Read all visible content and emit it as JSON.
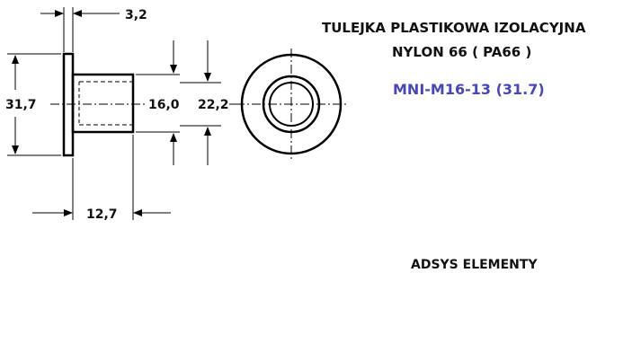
{
  "title_line1": "TULEJKA PLASTIKOWA IZOLACYJNA",
  "title_line2": "NYLON 66  ( PA66 )",
  "part_number": "MNI-M16-13  (31.7)",
  "company": "ADSYS ELEMENTY",
  "dimensions": {
    "flange_thickness": "3,2",
    "flange_diameter": "31,7",
    "body_length": "12,7",
    "body_diameter": "16,0",
    "inner_diameter": "22,2"
  },
  "colors": {
    "part_number": "#4747b8",
    "lines": "#000000"
  }
}
